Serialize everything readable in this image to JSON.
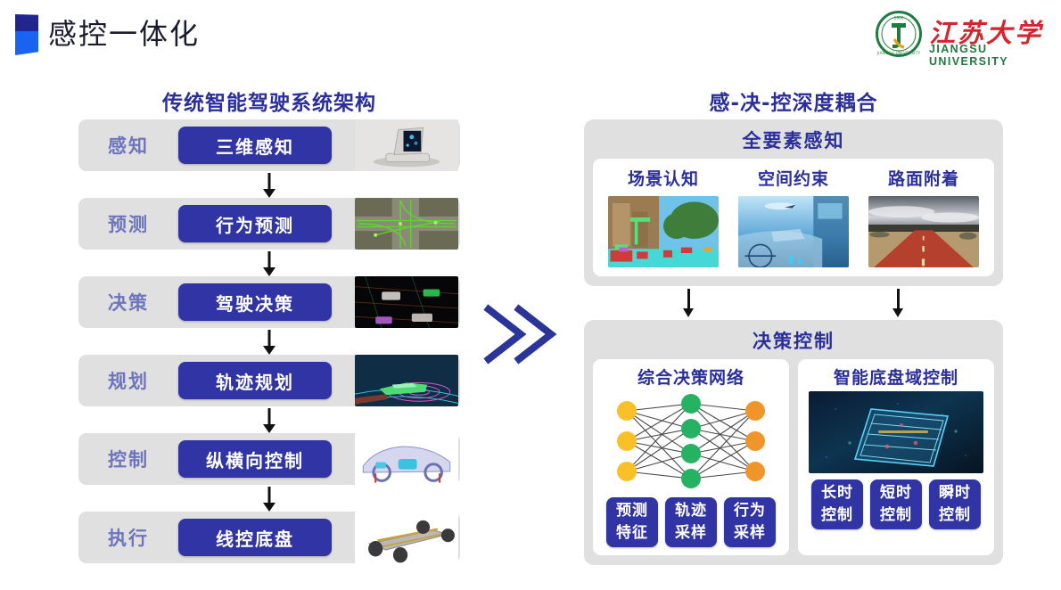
{
  "header": {
    "title": "感控一体化",
    "logo_cn": "江苏大学",
    "logo_en": "JIANGSU UNIVERSITY",
    "accent_blue": "#2b2f9e",
    "box_blue": "#3134a4",
    "label_blue": "#6c75bd",
    "grey": "#e0e0e0",
    "logo_red": "#d7242c",
    "logo_green": "#1f7a3d"
  },
  "left": {
    "heading": "传统智能驾驶系统架构",
    "rows": [
      {
        "stage": "感知",
        "module": "三维感知",
        "thumb": "lidar-sensor-photo"
      },
      {
        "stage": "预测",
        "module": "行为预测",
        "thumb": "intersection-trajectory-photo"
      },
      {
        "stage": "决策",
        "module": "驾驶决策",
        "thumb": "night-pointcloud-photo"
      },
      {
        "stage": "规划",
        "module": "轨迹规划",
        "thumb": "green-car-trajectory-photo"
      },
      {
        "stage": "控制",
        "module": "纵横向控制",
        "thumb": "chassis-xray-photo"
      },
      {
        "stage": "执行",
        "module": "线控底盘",
        "thumb": "skateboard-chassis-photo"
      }
    ]
  },
  "middle": {
    "chevron": "double-right-chevron"
  },
  "right": {
    "heading": "感-决-控深度耦合",
    "perception": {
      "title": "全要素感知",
      "items": [
        {
          "label": "场景认知",
          "image": "semantic-segmentation-street-photo"
        },
        {
          "label": "空间约束",
          "image": "blue-hud-cockpit-photo"
        },
        {
          "label": "路面附着",
          "image": "red-road-surface-photo"
        }
      ]
    },
    "control": {
      "title": "决策控制",
      "cards": [
        {
          "title": "综合决策网络",
          "graphic": "neural-network-diagram",
          "network": {
            "input_nodes": 3,
            "hidden_nodes": 4,
            "output_nodes": 3,
            "input_color": "#f9c028",
            "hidden_color": "#25b263",
            "output_color": "#f0952a"
          },
          "buttons": [
            {
              "line1": "预测",
              "line2": "特征"
            },
            {
              "line1": "轨迹",
              "line2": "采样"
            },
            {
              "line1": "行为",
              "line2": "采样"
            }
          ]
        },
        {
          "title": "智能底盘域控制",
          "graphic": "chassis-wireframe-photo",
          "buttons": [
            {
              "line1": "长时",
              "line2": "控制"
            },
            {
              "line1": "短时",
              "line2": "控制"
            },
            {
              "line1": "瞬时",
              "line2": "控制"
            }
          ]
        }
      ]
    }
  }
}
